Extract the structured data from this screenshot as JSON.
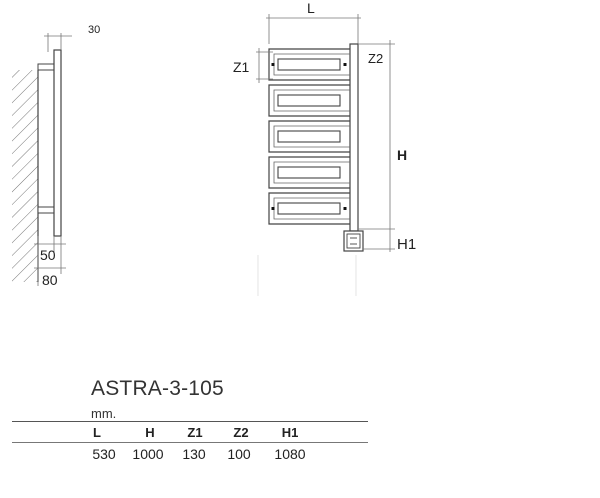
{
  "drawing": {
    "side_view": {
      "dim_top": "30",
      "dim_inner": "50",
      "dim_outer": "80"
    },
    "front_view": {
      "dim_width": "L",
      "dim_z1": "Z1",
      "dim_z2": "Z2",
      "dim_height": "H",
      "dim_h1": "H1"
    }
  },
  "spec": {
    "model": "ASTRA-3-105",
    "unit": "mm.",
    "columns": [
      "L",
      "H",
      "Z1",
      "Z2",
      "H1"
    ],
    "values": [
      "530",
      "1000",
      "130",
      "100",
      "1080"
    ]
  }
}
